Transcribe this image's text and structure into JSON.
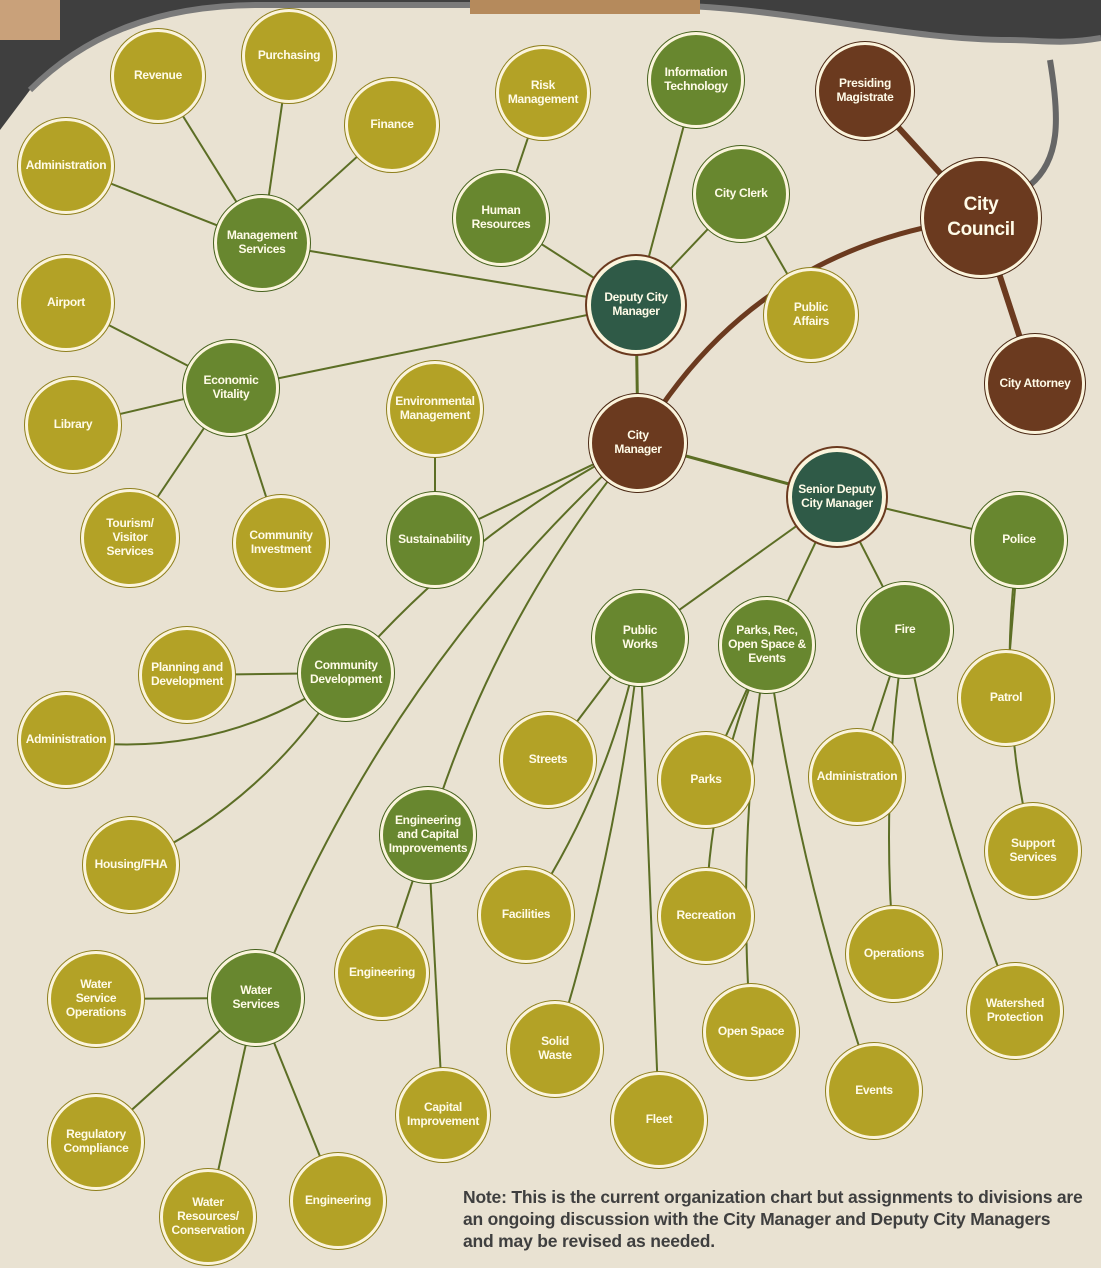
{
  "colors": {
    "leaf": "#b3a226",
    "mid": "#68872f",
    "deputy": "#2f5a47",
    "executive": "#6b3a1f",
    "background": "#e9e2d2",
    "edge_green": "#5c6e25",
    "edge_brown": "#6b3a1f"
  },
  "nodes": {
    "city_council": "City\nCouncil",
    "presiding_magistrate": "Presiding\nMagistrate",
    "city_attorney": "City Attorney",
    "city_manager": "City\nManager",
    "deputy_city_manager": "Deputy City\nManager",
    "senior_deputy_city_manager": "Senior Deputy\nCity Manager",
    "management_services": "Management\nServices",
    "revenue": "Revenue",
    "purchasing": "Purchasing",
    "finance": "Finance",
    "ms_administration": "Administration",
    "human_resources": "Human\nResources",
    "risk_management": "Risk\nManagement",
    "information_technology": "Information\nTechnology",
    "city_clerk": "City Clerk",
    "public_affairs": "Public\nAffairs",
    "economic_vitality": "Economic\nVitality",
    "airport": "Airport",
    "library": "Library",
    "tourism": "Tourism/\nVisitor\nServices",
    "community_investment": "Community\nInvestment",
    "environmental_management": "Environmental\nManagement",
    "sustainability": "Sustainability",
    "community_development": "Community\nDevelopment",
    "planning_development": "Planning and\nDevelopment",
    "cd_administration": "Administration",
    "housing": "Housing/FHA",
    "engineering_capital": "Engineering\nand Capital\nImprovements",
    "ec_engineering": "Engineering",
    "capital_improvement": "Capital\nImprovement",
    "water_services": "Water\nServices",
    "water_service_operations": "Water\nService\nOperations",
    "regulatory_compliance": "Regulatory\nCompliance",
    "water_resources": "Water\nResources/\nConservation",
    "ws_engineering": "Engineering",
    "public_works": "Public\nWorks",
    "streets": "Streets",
    "facilities": "Facilities",
    "solid_waste": "Solid\nWaste",
    "fleet": "Fleet",
    "parks_rec": "Parks, Rec,\nOpen Space &\nEvents",
    "parks": "Parks",
    "recreation": "Recreation",
    "open_space": "Open Space",
    "events": "Events",
    "fire": "Fire",
    "fire_administration": "Administration",
    "operations": "Operations",
    "watershed_protection": "Watershed\nProtection",
    "police": "Police",
    "patrol": "Patrol",
    "support_services": "Support\nServices"
  },
  "note": "Note: This is the current organization chart but assignments to divisions are an ongoing discussion with the City Manager and Deputy City Managers and may be revised as needed."
}
